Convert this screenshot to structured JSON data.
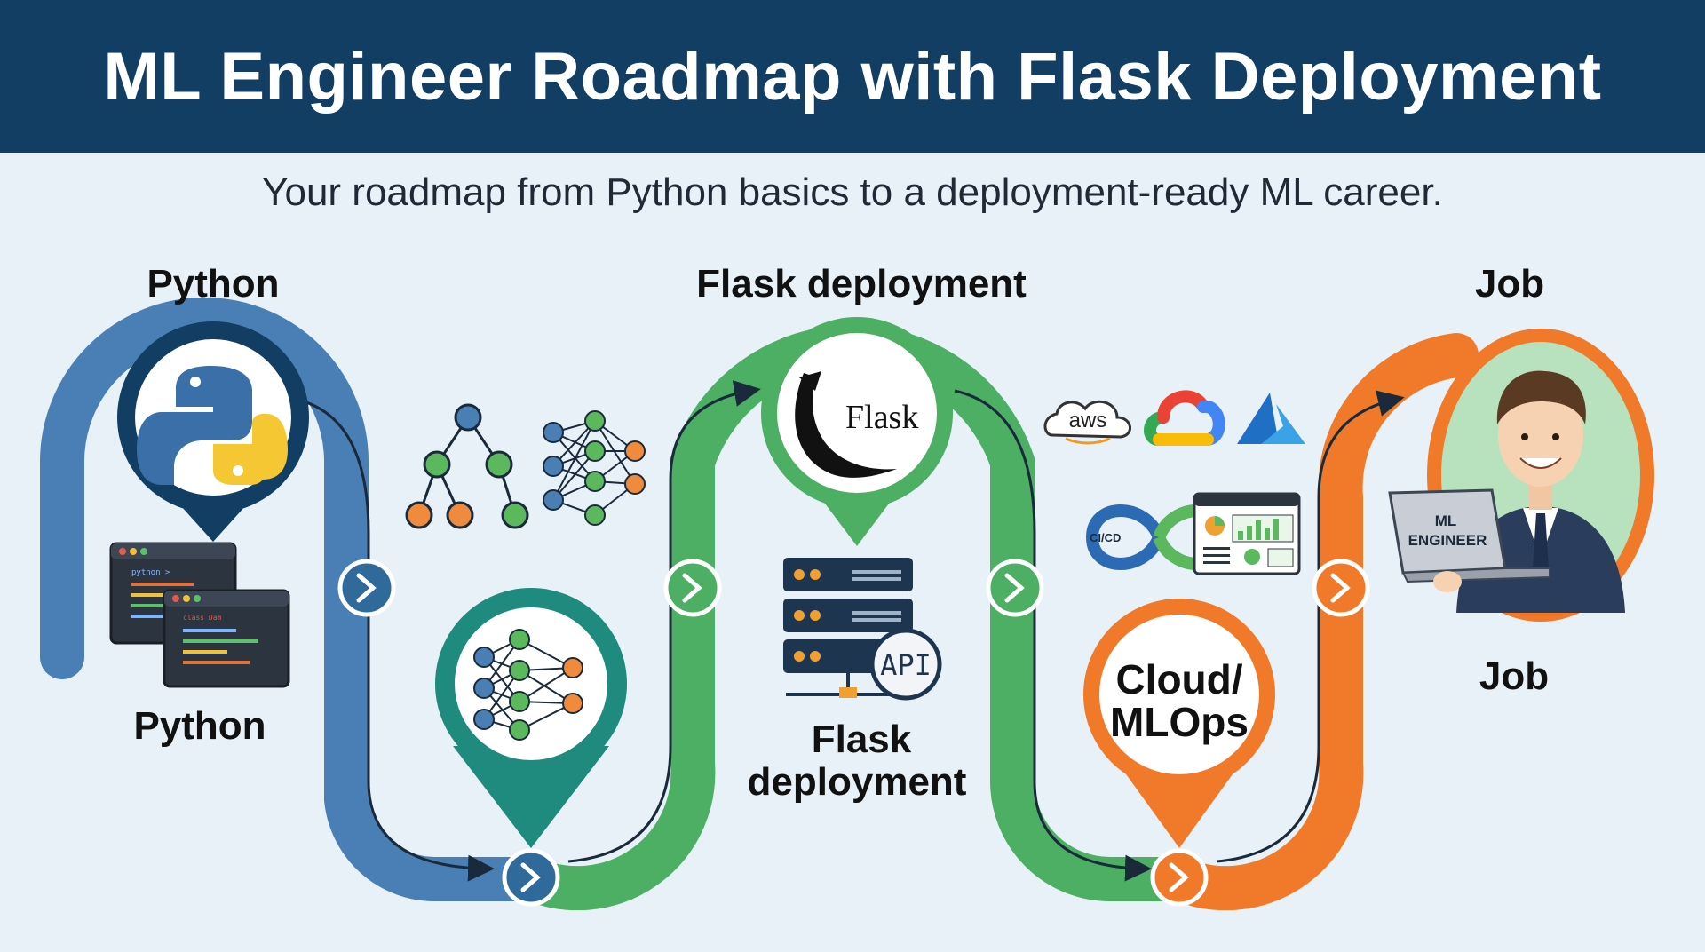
{
  "header": {
    "title": "ML Engineer Roadmap with Flask Deployment"
  },
  "subtitle": "Your roadmap from Python basics to a deployment-ready ML career.",
  "stages": {
    "python_top": "Python",
    "python_bottom": "Python",
    "flask_top": "Flask deployment",
    "flask_bottom_line1": "Flask",
    "flask_bottom_line2": "deployment",
    "cloud_line1": "Cloud/",
    "cloud_line2": "MLOps",
    "job_top": "Job",
    "job_bottom": "Job"
  },
  "icons": {
    "flask_logo_text": "Flask",
    "api_badge": "API",
    "aws": "aws",
    "cicd": "CI/CD",
    "laptop_line1": "ML",
    "laptop_line2": "ENGINEER",
    "code_window_1": "python >",
    "code_window_2": "class Dam"
  },
  "colors": {
    "header": "#123e63",
    "background": "#e8f1f8",
    "python_blue": "#4a7fb5",
    "ml_teal": "#1f8a7e",
    "flask_green": "#4caf64",
    "cloud_orange": "#f07a2a"
  }
}
